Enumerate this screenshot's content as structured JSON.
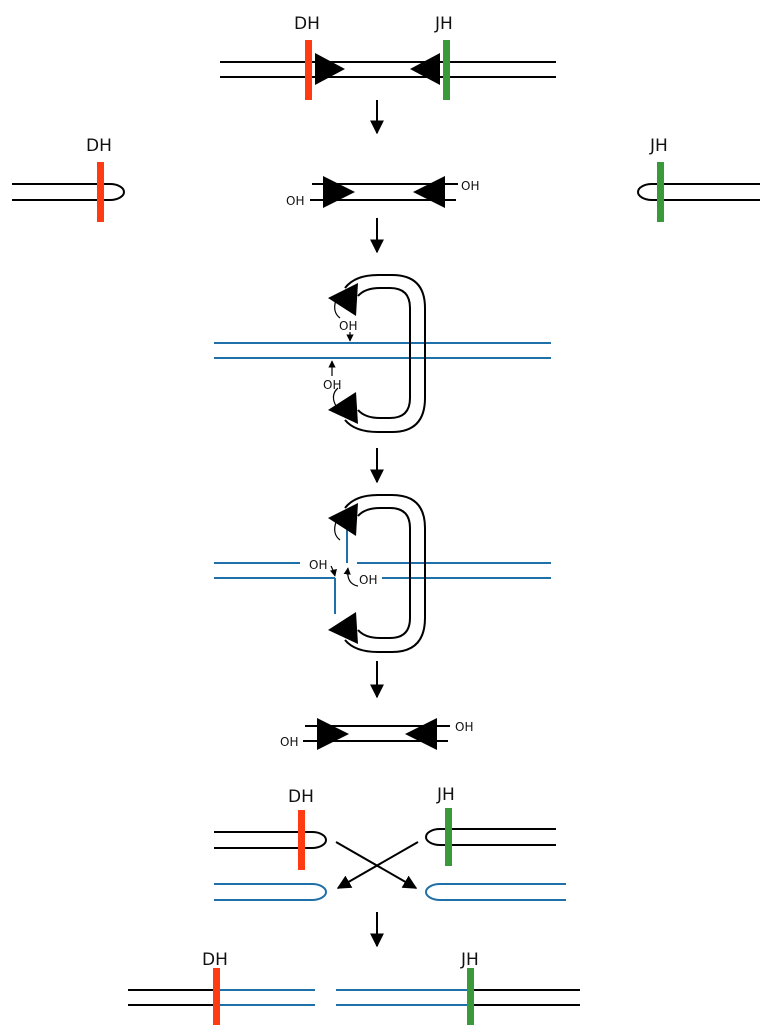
{
  "labels": {
    "dh": "DH",
    "jh": "JH",
    "oh": "OH"
  },
  "colors": {
    "dh_segment": "#ff3b12",
    "jh_segment": "#3a9a3a",
    "target_dna": "#1f6fa8",
    "dna": "#000000"
  },
  "icons": {
    "signal": "triangle-signal-icon",
    "step": "down-arrow-icon"
  }
}
